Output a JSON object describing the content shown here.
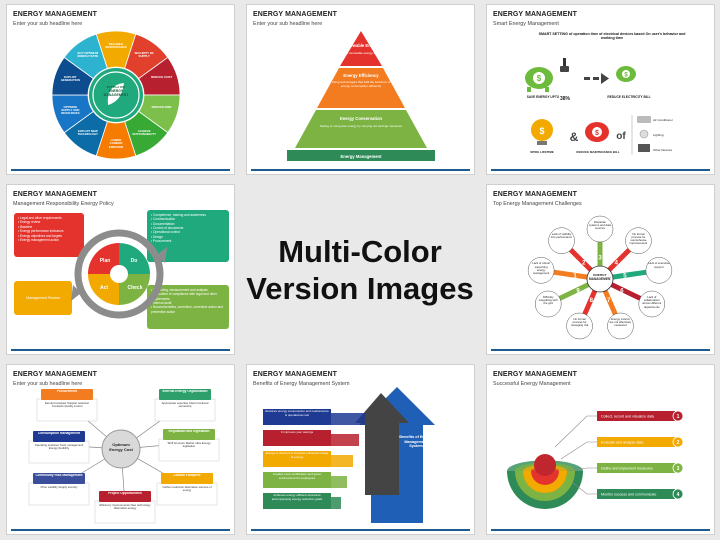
{
  "center": {
    "line1": "Multi-Color",
    "line2": "Version Images"
  },
  "slides": {
    "s1": {
      "title": "ENERGY MANAGEMENT",
      "subtitle": "Enter your sub headline here",
      "hub": "EFFECTIVE ENERGY MANAGEMENT",
      "segments": [
        "RELIABLE MAINTENANCE",
        "SECURITY OF SUPPLY",
        "REDUCE COST",
        "REDUCE RISK",
        "ACHIEVE SUSTAINABILITY",
        "LOWER CARBON EMISSION",
        "EXPLOIT NEW TECHNOLOGY",
        "OPTIMIZE SUPPLY AND RESOURCES",
        "EXPLOIT GENERATION",
        "BUY OPTIMUM ENERGY RATE"
      ],
      "colors": [
        "#f2a900",
        "#e0402c",
        "#b7202e",
        "#7cc04b",
        "#39a935",
        "#f57c00",
        "#0c6ca8",
        "#1976c7",
        "#0d4c8f",
        "#2db3cf"
      ]
    },
    "s2": {
      "title": "ENERGY MANAGEMENT",
      "subtitle": "Enter your sub headline here",
      "levels": [
        {
          "label": "Renewable Energy",
          "text": "Use of renewable energy source",
          "color": "#e4332d"
        },
        {
          "label": "Energy Efficiency",
          "text": "Using technologies that fulfil the functions of energy consumption efficiently",
          "color": "#f47c20"
        },
        {
          "label": "Energy Conservation",
          "text": "Saving or using less energy by carrying out savings measures",
          "color": "#7cb342"
        },
        {
          "label": "Energy Management",
          "text": "",
          "color": "#2e8b57"
        }
      ]
    },
    "s3": {
      "title": "ENERGY MANAGEMENT",
      "subtitle": "Smart Energy Management",
      "headline": "SMART SETTING of operation time of electrical devices based On user's behavior and working time",
      "items": [
        "SAVE ENERGY UPTO",
        "38%",
        "REDUCE ELECTRICITY BILL",
        "SPIKE LIFETIME",
        "REDUCE MAINTENANCE BILL",
        "Air Conditioner",
        "Lighting",
        "Other Devices"
      ]
    },
    "s4": {
      "title": "ENERGY MANAGEMENT",
      "subtitle": "Management Responsibility Energy Policy",
      "cycle": [
        "Plan",
        "Do",
        "Check",
        "Act"
      ],
      "plan_items": [
        "Legal and other requirements",
        "Energy review",
        "Baseline",
        "Energy performance indicators",
        "Energy objectives and targets",
        "Energy management action"
      ],
      "do_items": [
        "Competence, training and awareness",
        "Communication",
        "Documentation",
        "Control of documents",
        "Operational control",
        "Design",
        "Procurement"
      ],
      "check_items": [
        "Monitoring, measurement and analysis",
        "Evaluation of compliance with legal and other requirements",
        "Internal audit",
        "Nonconformities, correction, corrective action and preventive action"
      ],
      "act_label": "Management Review"
    },
    "s6": {
      "title": "ENERGY MANAGEMENT",
      "subtitle": "Top Energy Management Challenges",
      "hub": "ENERGY MANAGEMENT",
      "nodes": [
        {
          "n": "1",
          "t": "Lack of robust supporting energy management"
        },
        {
          "n": "2",
          "t": "Lack of visibility into performance"
        },
        {
          "n": "3",
          "t": "Disparate systems and data sources"
        },
        {
          "n": "4",
          "t": "No formal process for sourcehouse improvements"
        },
        {
          "n": "5",
          "t": "Lack of executive support"
        },
        {
          "n": "6",
          "t": "Lack of collaboration across different departments"
        },
        {
          "n": "7",
          "t": "Energy metrics are not effectively measured"
        },
        {
          "n": "8",
          "t": "No formal process for managing risk"
        },
        {
          "n": "9",
          "t": "Difficulty integrating with the grid"
        }
      ]
    },
    "s7": {
      "title": "ENERGY MANAGEMENT",
      "subtitle": "Enter your sub headline here",
      "hub": "Optimum Energy Cost",
      "boxes": [
        {
          "h": "Procurement",
          "t": "Demand analysis Supplier selection Contracts Quality control",
          "color": "#f47c20"
        },
        {
          "h": "Internal Energy Organization",
          "t": "Appropriate expertise Clear functional ownership",
          "color": "#2e9e6b"
        },
        {
          "h": "Consumption Management",
          "t": "Operating practices Tools management Energy flexibility",
          "color": "#1f3a93"
        },
        {
          "h": "Regulation and legislation",
          "t": "Tariff structure Market rules Energy legislation",
          "color": "#7cb342"
        },
        {
          "h": "Commodity Risk Management",
          "t": "Price volatility Supply security",
          "color": "#3a4e9c"
        },
        {
          "h": "Project Opportunities",
          "t": "Efficiency improvements New technology Alternative energy",
          "color": "#b7202e"
        },
        {
          "h": "Carbon Footprint",
          "t": "Carbon reduction Alternative sources of energy",
          "color": "#f2a900"
        }
      ]
    },
    "s8": {
      "title": "ENERGY MANAGEMENT",
      "subtitle": "Benefits of Energy Management System",
      "steps": [
        {
          "t": "Reduces energy consumption and maintenance & operational cost",
          "color": "#1f3a93"
        },
        {
          "t": "It improves your savings",
          "color": "#b7202e"
        },
        {
          "t": "Energy is diverted to increase enhanced usage of energy",
          "color": "#f2a900"
        },
        {
          "t": "Creates more certification and green environment for employees",
          "color": "#7cb342"
        },
        {
          "t": "Achieves energy efficient structures accompanying energy reduction goals",
          "color": "#2e8b57"
        }
      ],
      "arrow_label": "Benefits of Energy Management System"
    },
    "s9": {
      "title": "ENERGY MANAGEMENT",
      "subtitle": "Successful Energy Management",
      "items": [
        {
          "n": "1",
          "t": "Collect, record and visualize data",
          "color": "#b7202e"
        },
        {
          "n": "2",
          "t": "Evaluate and analyze data",
          "color": "#f2a900"
        },
        {
          "n": "3",
          "t": "Define and implement measures",
          "color": "#7cb342"
        },
        {
          "n": "4",
          "t": "Monitor success and communicate",
          "color": "#2e8b57"
        }
      ]
    }
  }
}
